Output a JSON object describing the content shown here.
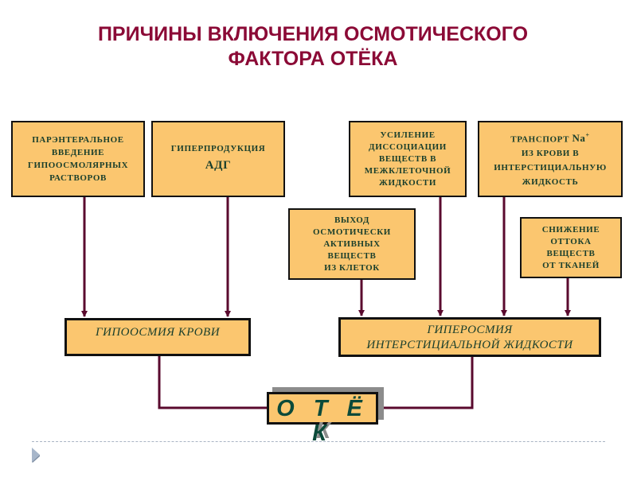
{
  "title": {
    "line1": "ПРИЧИНЫ ВКЛЮЧЕНИЯ ОСМОТИЧЕСКОГО",
    "line2": "ФАКТОРА ОТЁКА"
  },
  "causes": {
    "parenteral": [
      "ПАРЭНТЕРАЛЬНОЕ",
      "ВВЕДЕНИЕ",
      "ГИПООСМОЛЯРНЫХ",
      "РАСТВОРОВ"
    ],
    "adh": {
      "line1": "ГИПЕРПРОДУКЦИЯ",
      "line2": "АДГ"
    },
    "dissociation": [
      "УСИЛЕНИЕ",
      "ДИССОЦИАЦИИ",
      "ВЕЩЕСТВ  В",
      "МЕЖКЛЕТОЧНОЙ",
      "ЖИДКОСТИ"
    ],
    "sodium": {
      "line1_text": "ТРАНСПОРТ ",
      "line1_chem": "Na",
      "line1_sup": "+",
      "line2": "ИЗ  КРОВИ  В",
      "line3": "ИНТЕРСТИЦИАЛЬНУЮ",
      "line4": "ЖИДКОСТЬ"
    },
    "cell_release": [
      "ВЫХОД",
      "ОСМОТИЧЕСКИ",
      "АКТИВНЫХ",
      "ВЕЩЕСТВ",
      "ИЗ КЛЕТОК"
    ],
    "outflow": [
      "СНИЖЕНИЕ",
      "ОТТОКА",
      "ВЕЩЕСТВ",
      "ОТ  ТКАНЕЙ"
    ]
  },
  "outcomes": {
    "hypoosmia": "ГИПООСМИЯ  КРОВИ",
    "hyperosmia": {
      "line1": "ГИПЕРОСМИЯ",
      "line2": "ИНТЕРСТИЦИАЛЬНОЙ  ЖИДКОСТИ"
    }
  },
  "final": {
    "line1": "О Т Ё",
    "line2": "К"
  },
  "colors": {
    "title": "#8b0a36",
    "box_fill": "#fbc66f",
    "box_text": "#1a3f2c",
    "arrow": "#5a0a2e",
    "final_text": "#0b4a3a",
    "shadow": "#8c8c8c"
  }
}
